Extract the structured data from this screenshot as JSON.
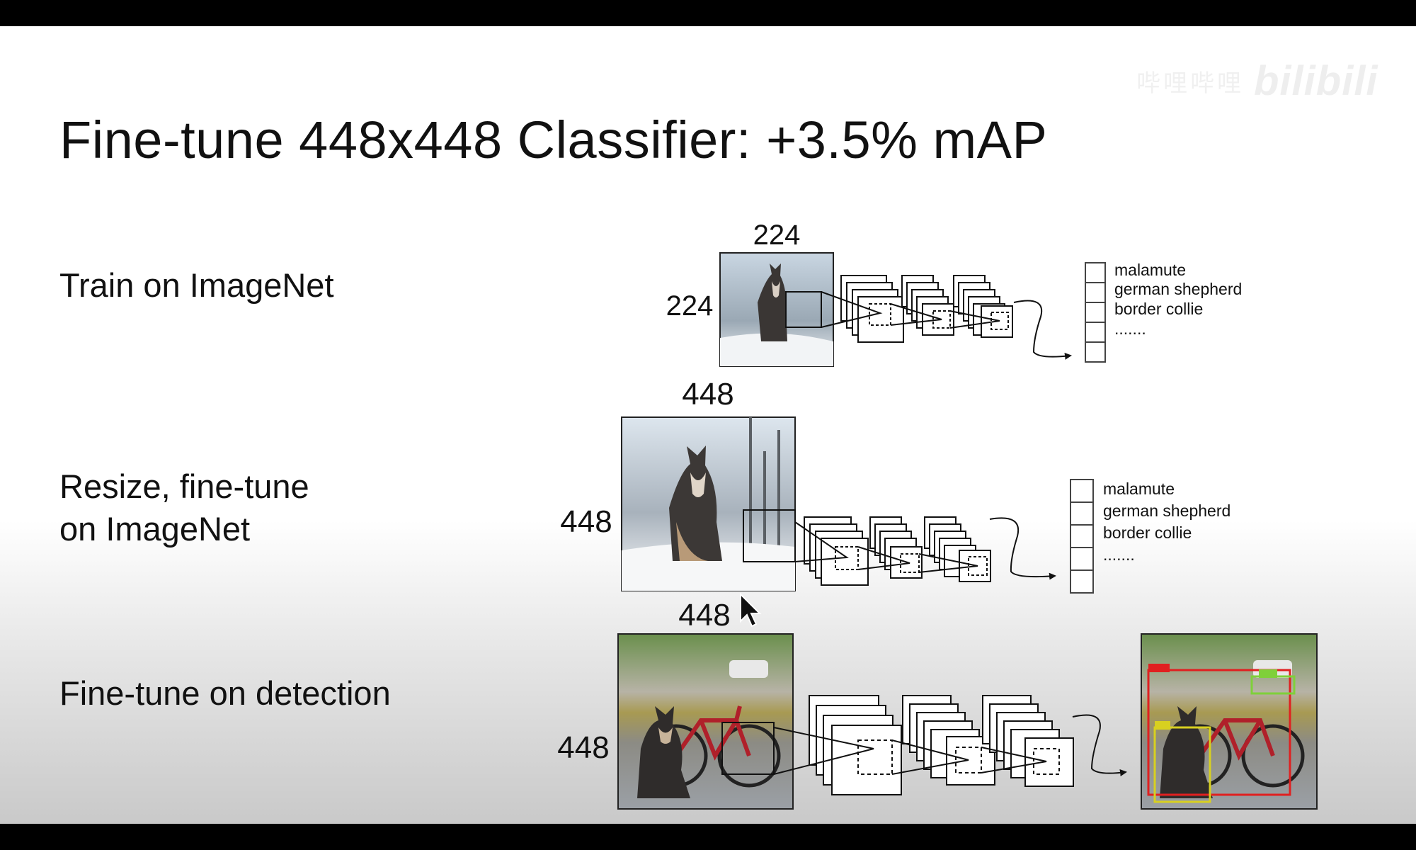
{
  "slide": {
    "title": "Fine-tune 448x448 Classifier: +3.5% mAP",
    "rows": [
      {
        "label_lines": [
          "Train on ImageNet"
        ],
        "width_label": "224",
        "height_label": "224",
        "classes": [
          "malamute",
          "german shepherd",
          "border collie",
          "......."
        ]
      },
      {
        "label_lines": [
          "Resize, fine-tune",
          "on ImageNet"
        ],
        "width_label": "448",
        "height_label": "448",
        "classes": [
          "malamute",
          "german shepherd",
          "border collie",
          "......."
        ]
      },
      {
        "label_lines": [
          "Fine-tune on detection"
        ],
        "width_label": "448",
        "height_label": "448"
      }
    ]
  },
  "watermark": {
    "text": "哔哩哔哩",
    "logo": "bilibili"
  },
  "controls": {
    "icons": [
      "prev-arrow-icon",
      "pen-icon",
      "slide-grid-icon",
      "more-options-icon",
      "next-arrow-icon"
    ]
  },
  "colors": {
    "box_red": "#e02020",
    "box_yellow": "#d8d020",
    "box_green": "#7fd03a"
  }
}
